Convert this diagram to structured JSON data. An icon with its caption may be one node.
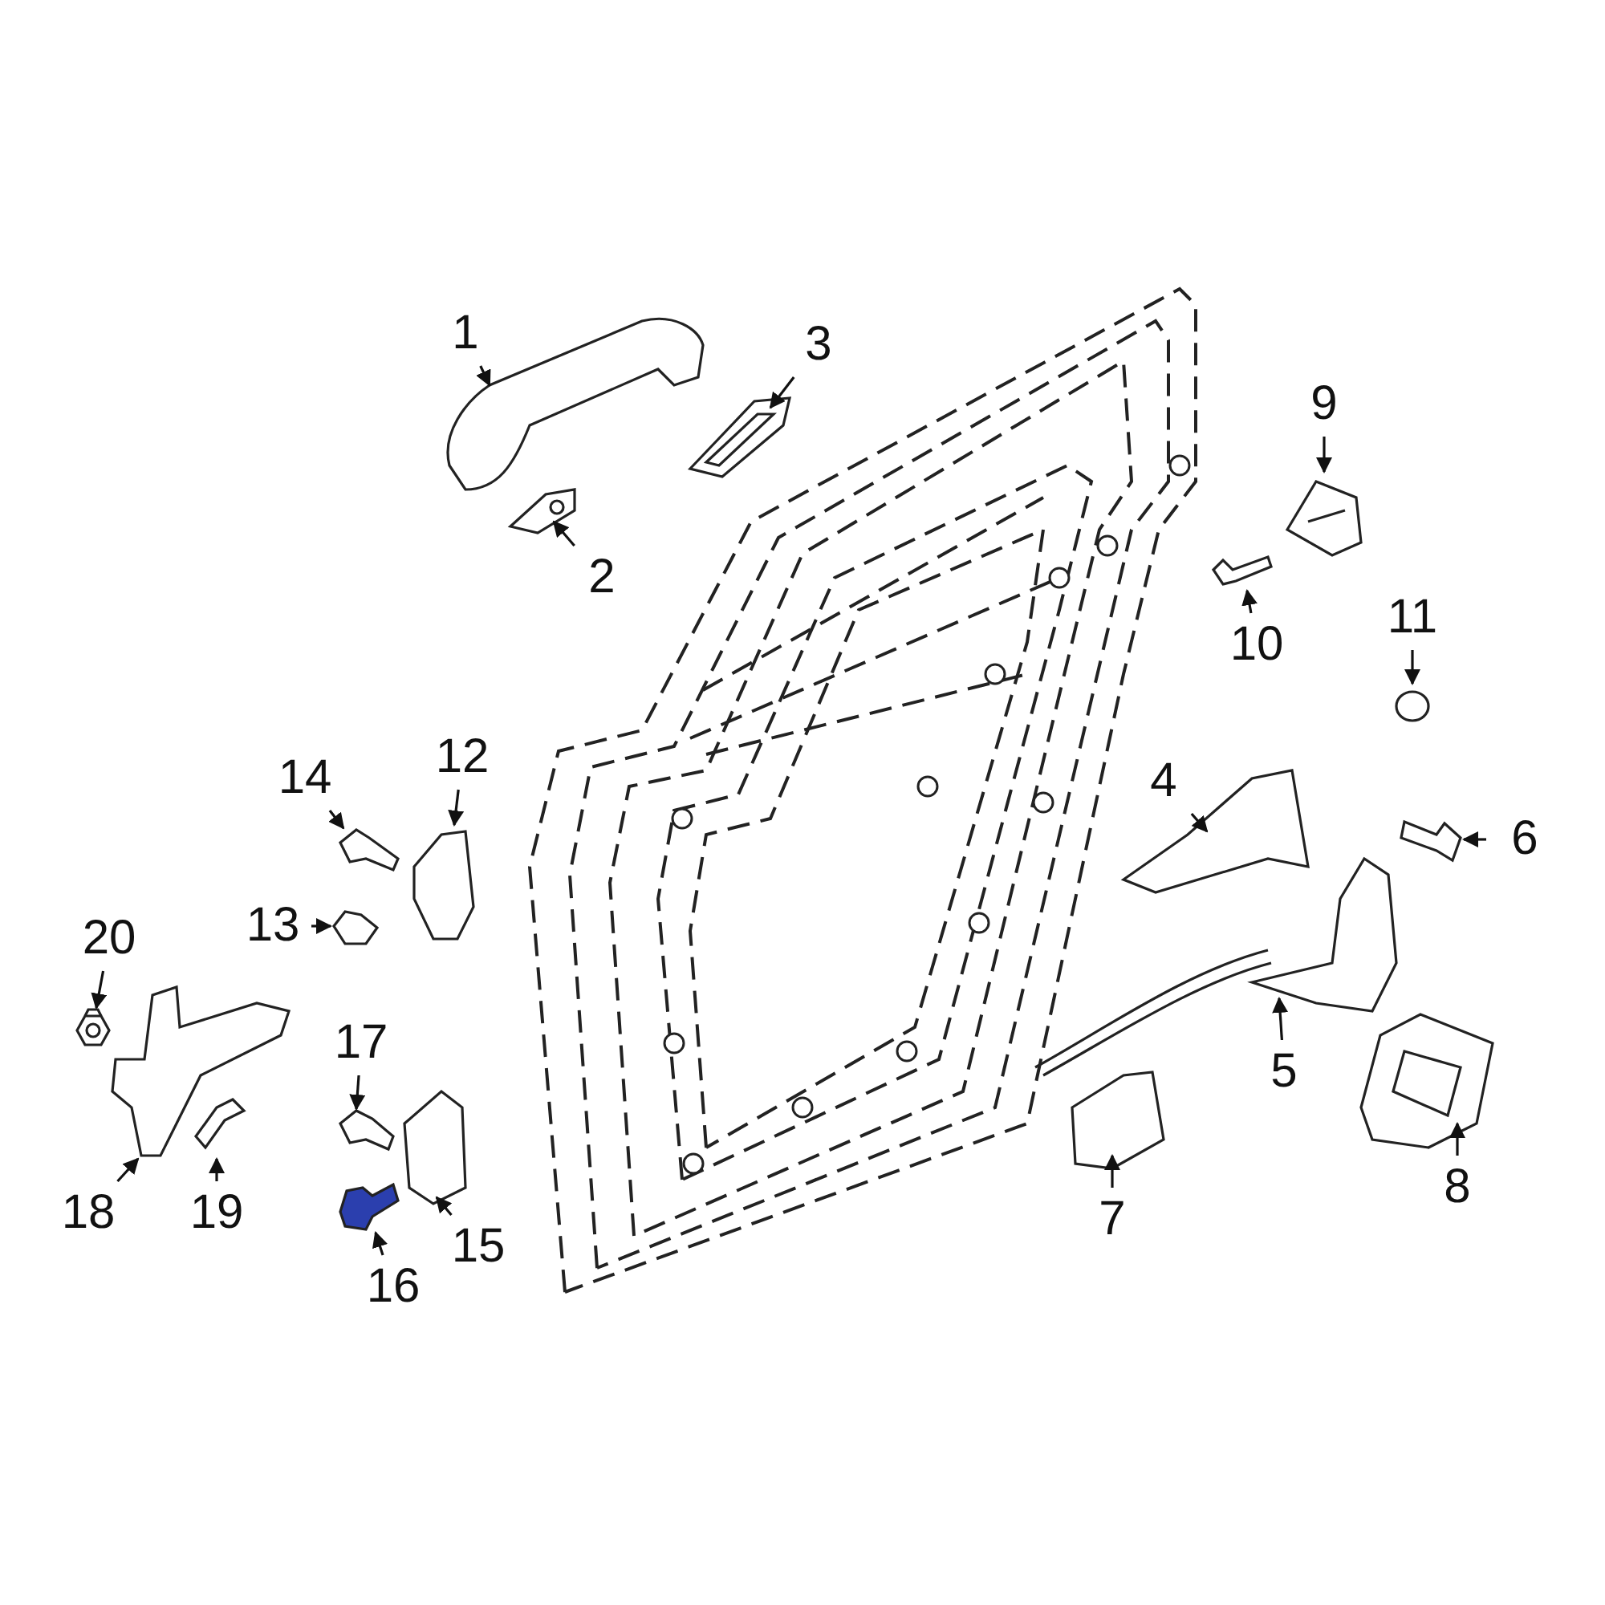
{
  "diagram": {
    "nodes": [
      {
        "text": [
          "1"
        ]
      },
      {
        "text": [],
        "shape": "picture"
      },
      {
        "text": [
          "2"
        ]
      },
      {
        "text": [],
        "shape": "picture"
      },
      {
        "text": [
          "3"
        ]
      },
      {
        "text": [],
        "shape": "picture"
      },
      {
        "text": [
          "4"
        ]
      },
      {
        "text": [],
        "shape": "picture"
      },
      {
        "text": [
          "5"
        ]
      },
      {
        "text": [],
        "shape": "picture"
      },
      {
        "text": [
          "6"
        ]
      },
      {
        "text": [],
        "shape": "picture"
      },
      {
        "text": [
          "7"
        ]
      },
      {
        "text": [],
        "shape": "picture"
      },
      {
        "text": [
          "8"
        ]
      },
      {
        "text": [],
        "shape": "picture"
      },
      {
        "text": [
          "9"
        ]
      },
      {
        "text": [],
        "shape": "picture"
      },
      {
        "text": [
          "10"
        ]
      },
      {
        "text": [],
        "shape": "picture"
      },
      {
        "text": [
          "11"
        ]
      },
      {
        "text": [],
        "shape": "picture"
      },
      {
        "text": [
          "12"
        ]
      },
      {
        "text": [],
        "shape": "picture"
      },
      {
        "text": [
          "13"
        ]
      },
      {
        "text": [],
        "shape": "picture"
      },
      {
        "text": [
          "14"
        ]
      },
      {
        "text": [],
        "shape": "picture"
      },
      {
        "text": [
          "15"
        ]
      },
      {
        "text": [],
        "shape": "picture"
      },
      {
        "text": [
          "16"
        ]
      },
      {
        "text": [],
        "shape": "picture"
      },
      {
        "text": [
          "17"
        ]
      },
      {
        "text": [],
        "shape": "picture"
      },
      {
        "text": [
          "18"
        ]
      },
      {
        "text": [],
        "shape": "picture"
      },
      {
        "text": [
          "19"
        ]
      },
      {
        "text": [],
        "shape": "picture"
      },
      {
        "text": [
          "20"
        ]
      },
      {
        "text": [],
        "shape": "picture"
      }
    ],
    "edges": [
      {
        "from": 0,
        "to": 1,
        "arrow": "to"
      },
      {
        "from": 2,
        "to": 3,
        "arrow": "to"
      },
      {
        "from": 4,
        "to": 5,
        "arrow": "to"
      },
      {
        "from": 6,
        "to": 7,
        "arrow": "to"
      },
      {
        "from": 8,
        "to": 9,
        "arrow": "to"
      },
      {
        "from": 10,
        "to": 11,
        "arrow": "to"
      },
      {
        "from": 12,
        "to": 13,
        "arrow": "to"
      },
      {
        "from": 14,
        "to": 15,
        "arrow": "to"
      },
      {
        "from": 16,
        "to": 17,
        "arrow": "to"
      },
      {
        "from": 18,
        "to": 19,
        "arrow": "to"
      },
      {
        "from": 20,
        "to": 21,
        "arrow": "to"
      },
      {
        "from": 22,
        "to": 23,
        "arrow": "to"
      },
      {
        "from": 24,
        "to": 25,
        "arrow": "to"
      },
      {
        "from": 26,
        "to": 27,
        "arrow": "to"
      },
      {
        "from": 28,
        "to": 29,
        "arrow": "to"
      },
      {
        "from": 30,
        "to": 31,
        "arrow": "to"
      },
      {
        "from": 32,
        "to": 33,
        "arrow": "to"
      },
      {
        "from": 34,
        "to": 35,
        "arrow": "to"
      },
      {
        "from": 36,
        "to": 37,
        "arrow": "to"
      },
      {
        "from": 38,
        "to": 39,
        "arrow": "to"
      }
    ]
  }
}
